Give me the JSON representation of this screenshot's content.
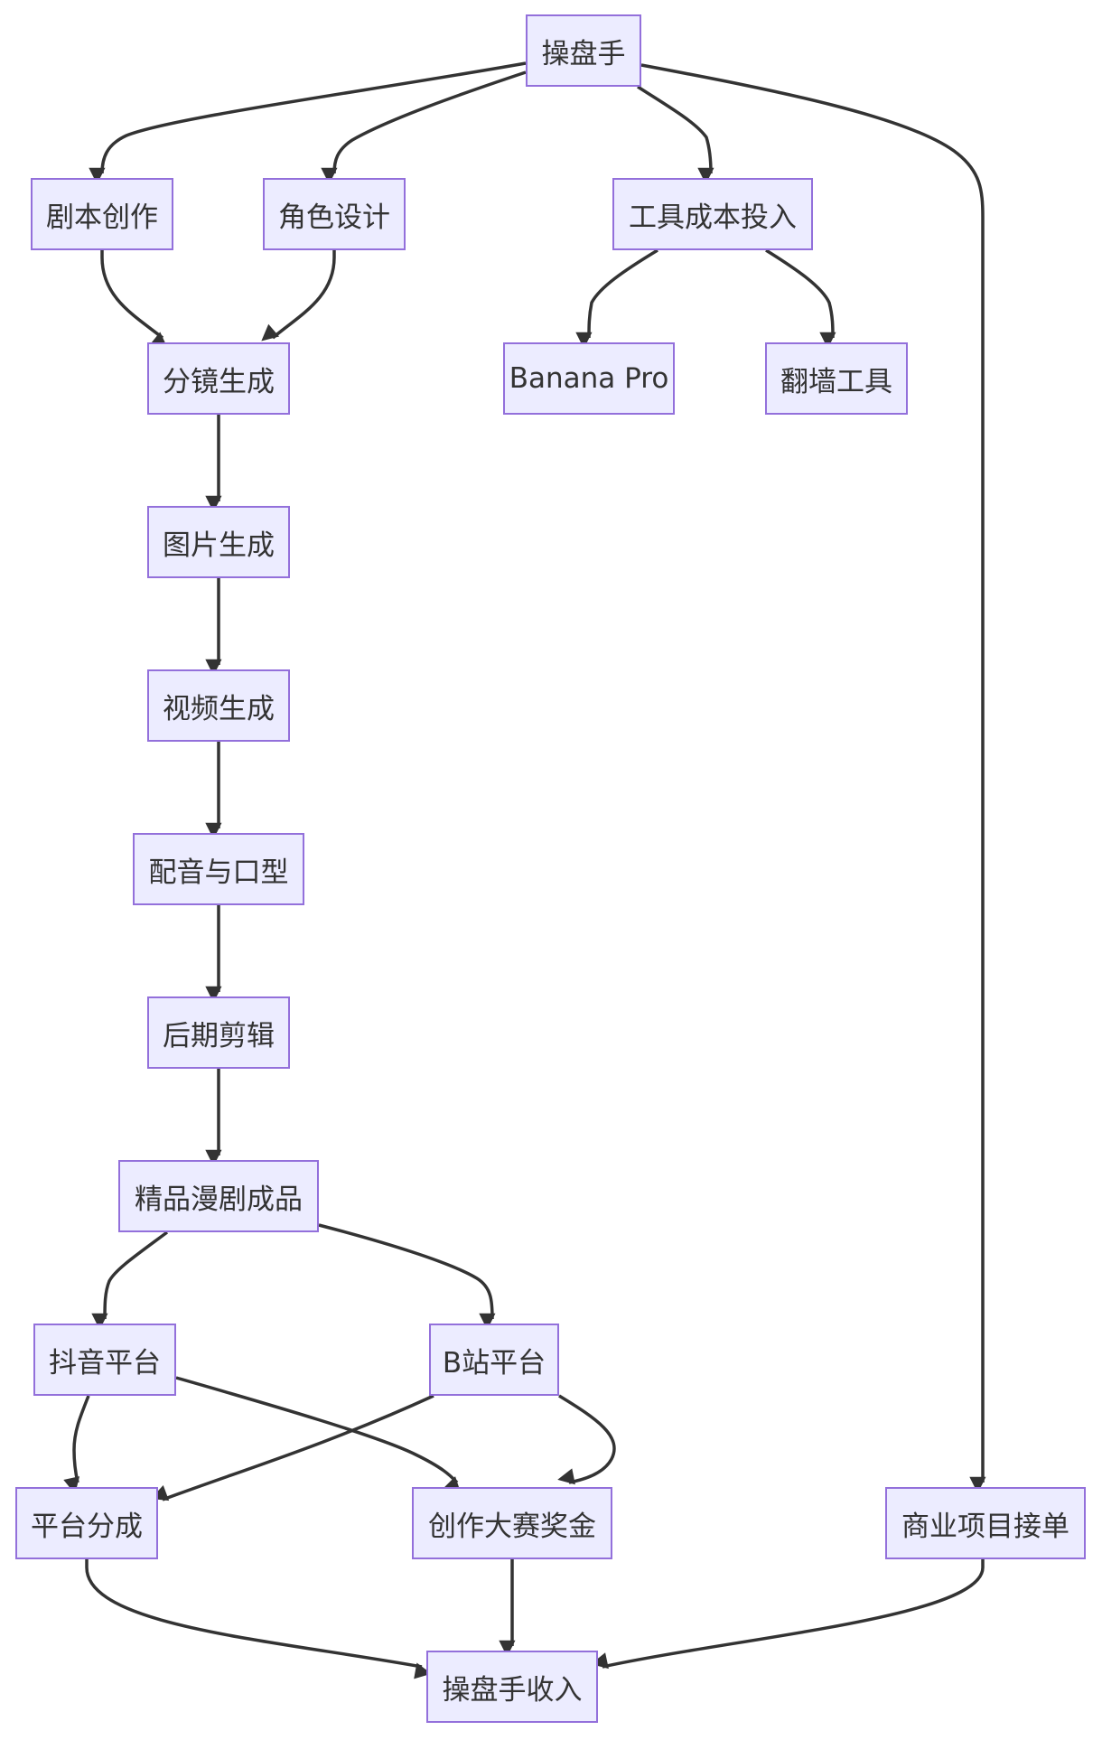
{
  "nodes": {
    "operator": "操盘手",
    "script_writing": "剧本创作",
    "character_design": "角色设计",
    "tool_cost": "工具成本投入",
    "storyboard": "分镜生成",
    "banana_pro": "Banana Pro",
    "vpn_tool": "翻墙工具",
    "image_gen": "图片生成",
    "video_gen": "视频生成",
    "dubbing": "配音与口型",
    "post_editing": "后期剪辑",
    "final_product": "精品漫剧成品",
    "douyin": "抖音平台",
    "bilibili": "B站平台",
    "platform_share": "平台分成",
    "contest_prize": "创作大赛奖金",
    "commercial_orders": "商业项目接单",
    "operator_income": "操盘手收入"
  },
  "edges": [
    [
      "operator",
      "script_writing"
    ],
    [
      "operator",
      "character_design"
    ],
    [
      "operator",
      "tool_cost"
    ],
    [
      "operator",
      "commercial_orders"
    ],
    [
      "script_writing",
      "storyboard"
    ],
    [
      "character_design",
      "storyboard"
    ],
    [
      "tool_cost",
      "banana_pro"
    ],
    [
      "tool_cost",
      "vpn_tool"
    ],
    [
      "storyboard",
      "image_gen"
    ],
    [
      "image_gen",
      "video_gen"
    ],
    [
      "video_gen",
      "dubbing"
    ],
    [
      "dubbing",
      "post_editing"
    ],
    [
      "post_editing",
      "final_product"
    ],
    [
      "final_product",
      "douyin"
    ],
    [
      "final_product",
      "bilibili"
    ],
    [
      "douyin",
      "platform_share"
    ],
    [
      "douyin",
      "contest_prize"
    ],
    [
      "bilibili",
      "platform_share"
    ],
    [
      "bilibili",
      "contest_prize"
    ],
    [
      "platform_share",
      "operator_income"
    ],
    [
      "contest_prize",
      "operator_income"
    ],
    [
      "commercial_orders",
      "operator_income"
    ]
  ],
  "colors": {
    "node_fill": "#ececff",
    "node_border": "#9370db",
    "edge": "#333333",
    "text": "#333333"
  }
}
